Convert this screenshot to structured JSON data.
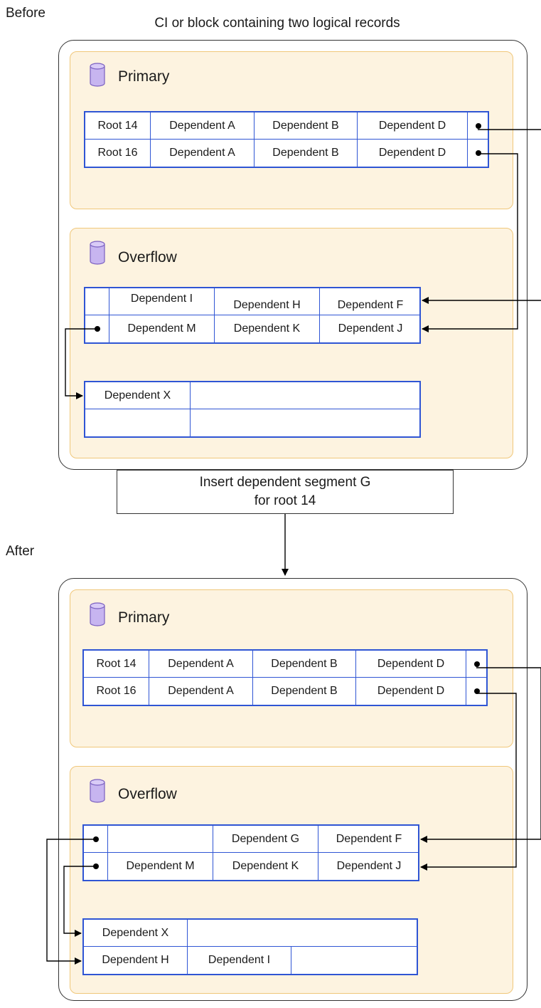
{
  "before_label": "Before",
  "after_label": "After",
  "block_title": "CI or block containing two logical records",
  "operation": {
    "line1": "Insert dependent segment G",
    "line2": "for root 14"
  },
  "primary_label": "Primary",
  "overflow_label": "Overflow",
  "before": {
    "primary_rows": [
      [
        "Root 14",
        "Dependent A",
        "Dependent B",
        "Dependent D",
        "•"
      ],
      [
        "Root 16",
        "Dependent A",
        "Dependent B",
        "Dependent D",
        "•"
      ]
    ],
    "overflow_rows": [
      [
        "",
        "Dependent I",
        "Dependent H",
        "Dependent F"
      ],
      [
        "•",
        "Dependent M",
        "Dependent K",
        "Dependent J"
      ]
    ],
    "overflow2_rows": [
      [
        "Dependent X",
        ""
      ],
      [
        "",
        ""
      ]
    ]
  },
  "after": {
    "primary_rows": [
      [
        "Root 14",
        "Dependent A",
        "Dependent B",
        "Dependent D",
        "•"
      ],
      [
        "Root 16",
        "Dependent A",
        "Dependent B",
        "Dependent D",
        "•"
      ]
    ],
    "overflow_rows": [
      [
        "•",
        "",
        "Dependent G",
        "Dependent F"
      ],
      [
        "•",
        "Dependent M",
        "Dependent K",
        "Dependent J"
      ]
    ],
    "overflow2_rows": [
      [
        "Dependent X",
        "",
        ""
      ],
      [
        "Dependent H",
        "Dependent I",
        ""
      ]
    ]
  },
  "colors": {
    "table_border": "#2f55d4",
    "region_fill": "#fdf3e0",
    "region_border": "#f0c77a",
    "cylinder": "#c7b5f0"
  }
}
